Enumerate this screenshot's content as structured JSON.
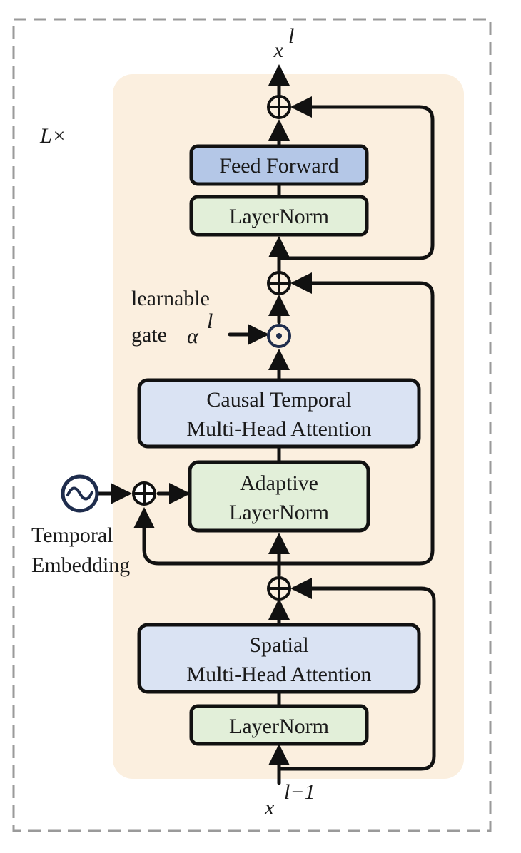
{
  "repeat_label": "L×",
  "output_label": {
    "base": "x",
    "sup": "l"
  },
  "input_label": {
    "base": "x",
    "sup": "l−1"
  },
  "gate_label": {
    "line1": "learnable",
    "line2": "gate",
    "alpha": "α",
    "sup": "l"
  },
  "temporal_embedding": {
    "line1": "Temporal",
    "line2": "Embedding"
  },
  "blocks": {
    "feed_forward": "Feed Forward",
    "layernorm_top": "LayerNorm",
    "causal_attention_line1": "Causal Temporal",
    "causal_attention_line2": "Multi-Head Attention",
    "adaptive_layernorm_line1": "Adaptive",
    "adaptive_layernorm_line2": "LayerNorm",
    "spatial_attention_line1": "Spatial",
    "spatial_attention_line2": "Multi-Head Attention",
    "layernorm_bottom": "LayerNorm"
  },
  "colors": {
    "panel": "#fbefdf",
    "feed_forward": "#b4c7e7",
    "attention": "#dae3f3",
    "layernorm": "#e2efd9",
    "stroke": "#111111",
    "dashed_border": "#9a9a9a",
    "gate_circle": "#1f2d4d"
  }
}
